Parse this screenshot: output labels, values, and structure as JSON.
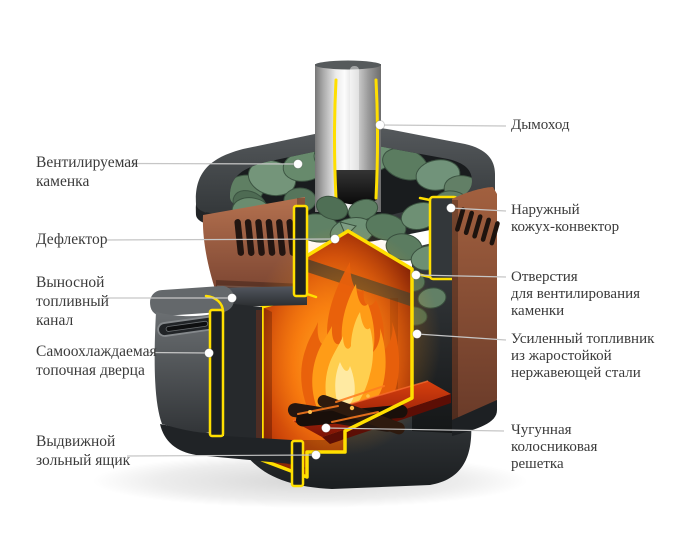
{
  "diagram": {
    "subject": "sauna-stove-cutaway",
    "callouts": {
      "left": [
        {
          "id": "kamenka",
          "text": "Вентилируемая\nкаменка"
        },
        {
          "id": "deflector",
          "text": "Дефлектор"
        },
        {
          "id": "fuel-channel",
          "text": "Выносной\nтопливный\nканал"
        },
        {
          "id": "door",
          "text": "Самоохлаждаемая\nтопочная дверца"
        },
        {
          "id": "ash-box",
          "text": "Выдвижной\nзольный ящик"
        }
      ],
      "right": [
        {
          "id": "chimney",
          "text": "Дымоход"
        },
        {
          "id": "casing",
          "text": "Наружный\nкожух-конвектор"
        },
        {
          "id": "vents",
          "text": "Отверстия\nдля вентилирования\nкаменки"
        },
        {
          "id": "firebox",
          "text": "Усиленный топливник\nиз жаростойкой\nнержавеющей стали"
        },
        {
          "id": "grate",
          "text": "Чугунная\nколосниковая\nрешетка"
        }
      ]
    },
    "colors": {
      "cut_edge_yellow": "#ffdf00",
      "casing_brown": "#a8613f",
      "metal_dark_gray": "#34383a",
      "stone_green": "#6f8f72",
      "flame_orange": "#ff9c17",
      "firebox_red": "#b53408",
      "leader_line_gray": "#c6c6c6",
      "label_text": "#3b3b3b",
      "background": "#ffffff"
    }
  }
}
